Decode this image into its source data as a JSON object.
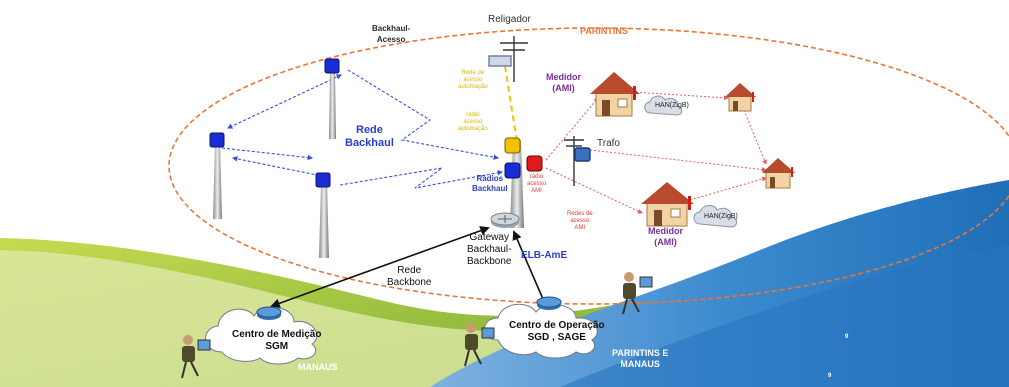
{
  "labels": {
    "backhaul_acesso": "Backhaul-\nAcesso",
    "religador": "Religador",
    "parintins": "PARINTINS",
    "rede_acesso_automacao": "Rede de\nacesso\nautomação",
    "radio_acesso_automacao": "rádio\nacesso\nautomação",
    "medidor_ami_top": "Medidor\n(AMI)",
    "han_top": "HAN(ZigB)",
    "rede_backhaul": "Rede\nBackhaul",
    "trafo": "Trafo",
    "radios_backhaul": "Rádios\nBackhaul",
    "radio_acesso_ami": "rádio\nacesso\nAMI",
    "redes_acesso_ami": "Redes de\nacesso\nAMI",
    "han_bottom": "HAN(ZigB)",
    "medidor_ami_bottom": "Medidor\n(AMI)",
    "gateway": "Gateway\nBackhaul-\nBackbone",
    "elb_ame": "ELB-AmE",
    "rede_backbone": "Rede\nBackbone",
    "centro_medicao": "Centro de Medição\nSGM",
    "centro_operacao": "Centro de Operação\nSGD , SAGE",
    "manaus": "MANAUS",
    "parintins_e_manaus": "PARINTINS E\nMANAUS",
    "page_num_1": "9",
    "page_num_2": "9"
  },
  "colors": {
    "ellipse": "#e8763a",
    "backhaul_link": "#3b4fd6",
    "ami_link": "#e85a5a",
    "automation_link": "#e0b400",
    "backbone_link": "#111111",
    "radio_blue": "#1a2bd8",
    "radio_red": "#e01a1a",
    "radio_yellow": "#f2c200",
    "wave_green": "#9cc23a",
    "wave_blue": "#2e7fc6"
  },
  "icons": [
    "tower-icon",
    "radio-icon",
    "house-icon",
    "cloud-icon",
    "router-icon",
    "operator-icon",
    "utility-pole-icon",
    "transformer-icon",
    "meter-icon"
  ]
}
